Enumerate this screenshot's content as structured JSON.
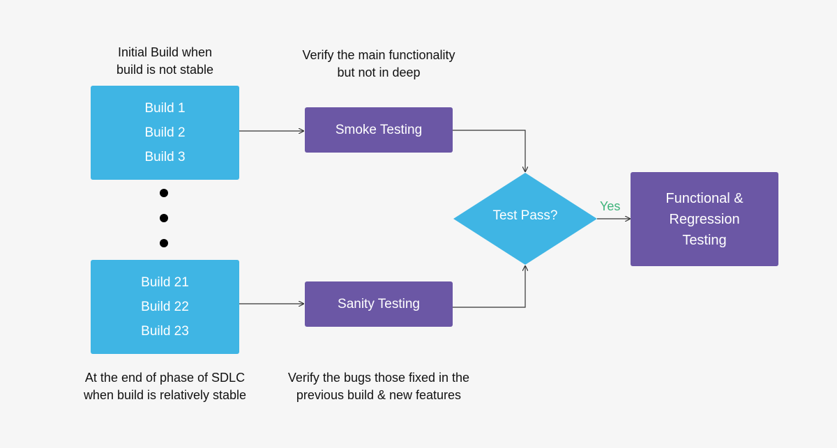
{
  "diagram": {
    "captions": {
      "top_left": [
        "Initial Build when",
        "build is not stable"
      ],
      "top_middle": [
        "Verify the main functionality",
        "but not in deep"
      ],
      "bottom_left": [
        "At the end of phase of SDLC",
        "when build is relatively stable"
      ],
      "bottom_middle": [
        "Verify the bugs those fixed in the",
        "previous build & new features"
      ]
    },
    "builds_top": [
      "Build 1",
      "Build 2",
      "Build 3"
    ],
    "builds_bottom": [
      "Build 21",
      "Build 22",
      "Build 23"
    ],
    "smoke_testing": "Smoke Testing",
    "sanity_testing": "Sanity Testing",
    "decision": "Test Pass?",
    "yes_label": "Yes",
    "final_box": [
      "Functional &",
      "Regression",
      "Testing"
    ]
  },
  "colors": {
    "background": "#f6f6f6",
    "build_box": "#3fb5e4",
    "test_box": "#6b57a5",
    "decision": "#3fb5e4",
    "yes_label": "#3db37a",
    "connector": "#333333"
  }
}
